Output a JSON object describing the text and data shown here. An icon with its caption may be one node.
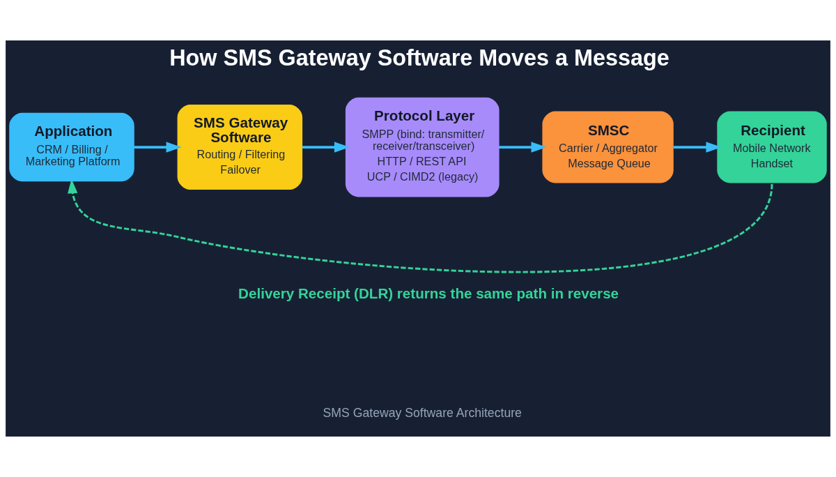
{
  "diagram": {
    "title": "How SMS Gateway Software Moves a Message",
    "caption": "SMS Gateway Software Architecture",
    "nodes": [
      {
        "text": [
          "Application",
          "CRM / Billing / Marketing Platform"
        ]
      },
      {
        "text": [
          "SMS Gateway Software",
          "Routing / Filtering",
          "Failover"
        ]
      },
      {
        "text": [
          "Protocol Layer",
          "SMPP (bind: transmitter/ receiver/transceiver)",
          "HTTP / REST API",
          "UCP / CIMD2 (legacy)"
        ]
      },
      {
        "text": [
          "SMSC",
          "Carrier / Aggregator",
          "Message Queue"
        ]
      },
      {
        "text": [
          "Recipient",
          "Mobile Network",
          "Handset"
        ]
      }
    ],
    "edges": [
      {
        "from": 0,
        "to": 1,
        "arrow": "to"
      },
      {
        "from": 1,
        "to": 2,
        "arrow": "to"
      },
      {
        "from": 2,
        "to": 3,
        "arrow": "to"
      },
      {
        "from": 3,
        "to": 4,
        "arrow": "to"
      },
      {
        "from": 4,
        "to": 0,
        "arrow": "to",
        "style": "dashed",
        "color": "#34d399"
      }
    ],
    "labels": [
      "Delivery Receipt (DLR) returns the same path in reverse"
    ]
  }
}
